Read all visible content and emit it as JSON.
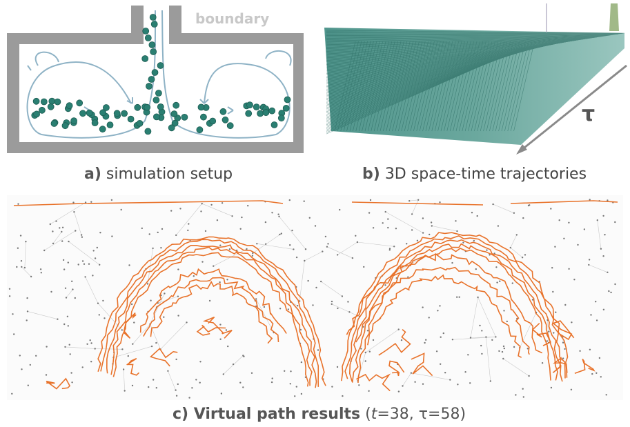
{
  "panel_a": {
    "caption_letter": "a)",
    "caption_text": "simulation setup",
    "boundary_label": "boundary"
  },
  "panel_b": {
    "caption_letter": "b)",
    "caption_text": "3D space-time trajectories",
    "axis_symbol": "τ"
  },
  "panel_c": {
    "caption_bold": "c) Virtual path results",
    "caption_open": " (",
    "t_var": "t",
    "t_eq": "=38, ",
    "tau_eq": "τ=58",
    "caption_close": ")"
  },
  "colors": {
    "wall": "#9b9b9b",
    "particle": "#2a7f72",
    "particle_stroke": "#1d5c52",
    "flow_arrow": "#8fb3c6",
    "trajectory": "#3a8f86",
    "path": "#e8722a",
    "mesh": "#c8c8c8",
    "node": "#777777"
  }
}
